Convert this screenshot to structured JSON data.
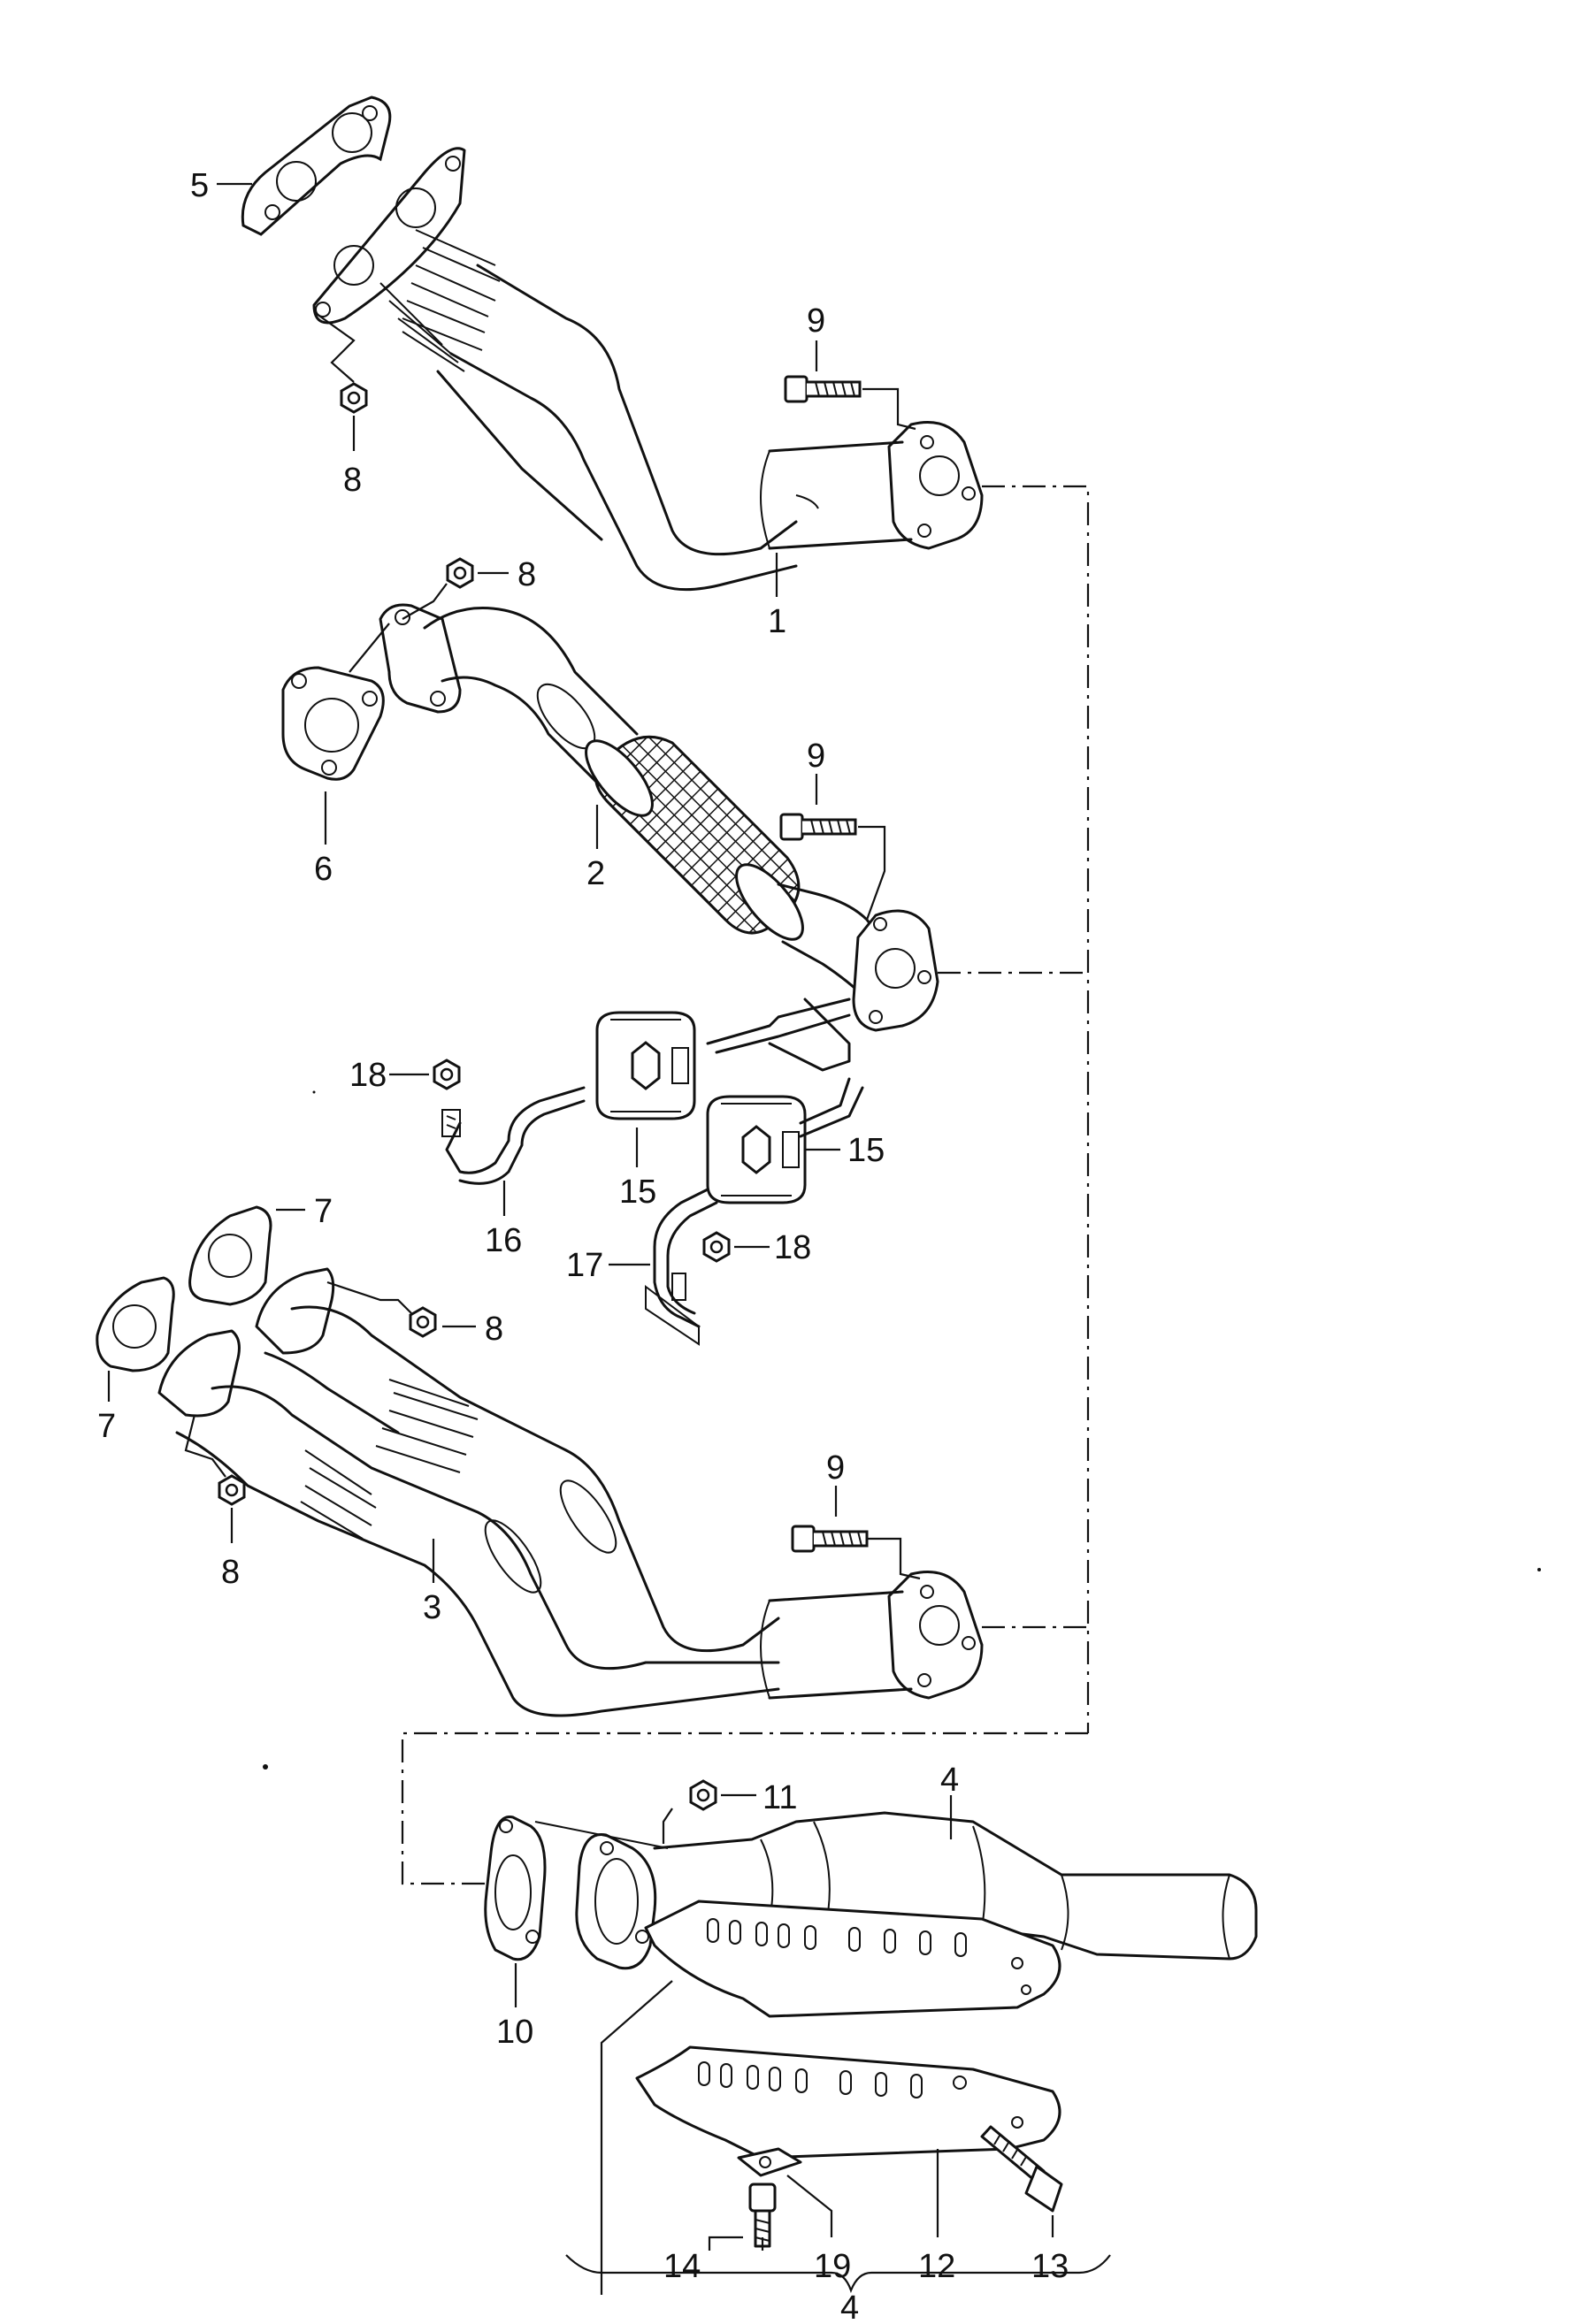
{
  "callouts": {
    "c1": "1",
    "c2": "2",
    "c3": "3",
    "c4_top": "4",
    "c4_bottom": "4",
    "c5": "5",
    "c6": "6",
    "c7_a": "7",
    "c7_b": "7",
    "c8_a": "8",
    "c8_b": "8",
    "c8_c": "8",
    "c8_d": "8",
    "c9_a": "9",
    "c9_b": "9",
    "c9_c": "9",
    "c10": "10",
    "c11": "11",
    "c12": "12",
    "c13": "13",
    "c14": "14",
    "c15_a": "15",
    "c15_b": "15",
    "c16": "16",
    "c17": "17",
    "c18_a": "18",
    "c18_b": "18",
    "c19": "19"
  },
  "icons": {
    "gasket": "gasket-icon",
    "nut": "nut-icon",
    "bolt": "bolt-icon",
    "rubber_mount": "rubber-mount-icon",
    "clamp": "clamp-icon"
  },
  "colors": {
    "ink": "#111111",
    "paper": "#ffffff"
  }
}
